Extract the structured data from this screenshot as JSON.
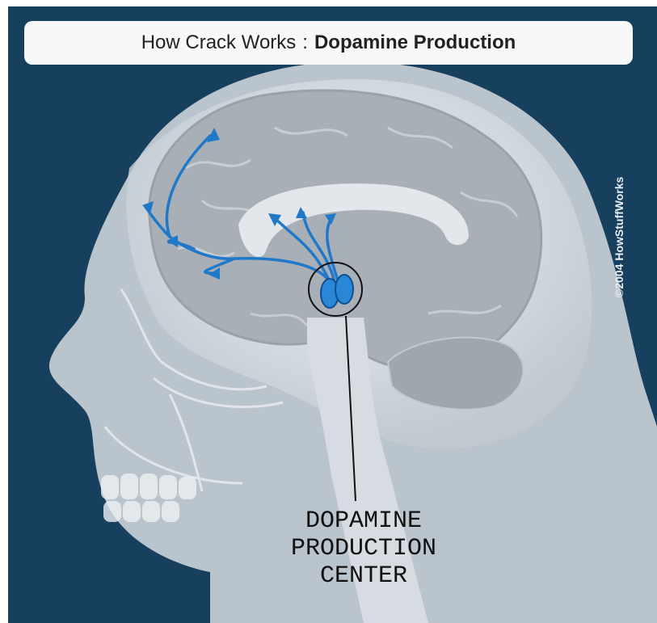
{
  "title": {
    "prefix": "How Crack Works",
    "separator": ":",
    "emphasis": "Dopamine Production"
  },
  "copyright": "©2004 HowStuffWorks",
  "callout": {
    "line1": "DOPAMINE",
    "line2": "PRODUCTION",
    "line3": "CENTER"
  },
  "colors": {
    "background": "#173f5e",
    "pathway": "#1f78c8",
    "head": "#b9c2cb",
    "brain": "#a8aeb5"
  },
  "icons": [
    "arrow-head-icon"
  ]
}
